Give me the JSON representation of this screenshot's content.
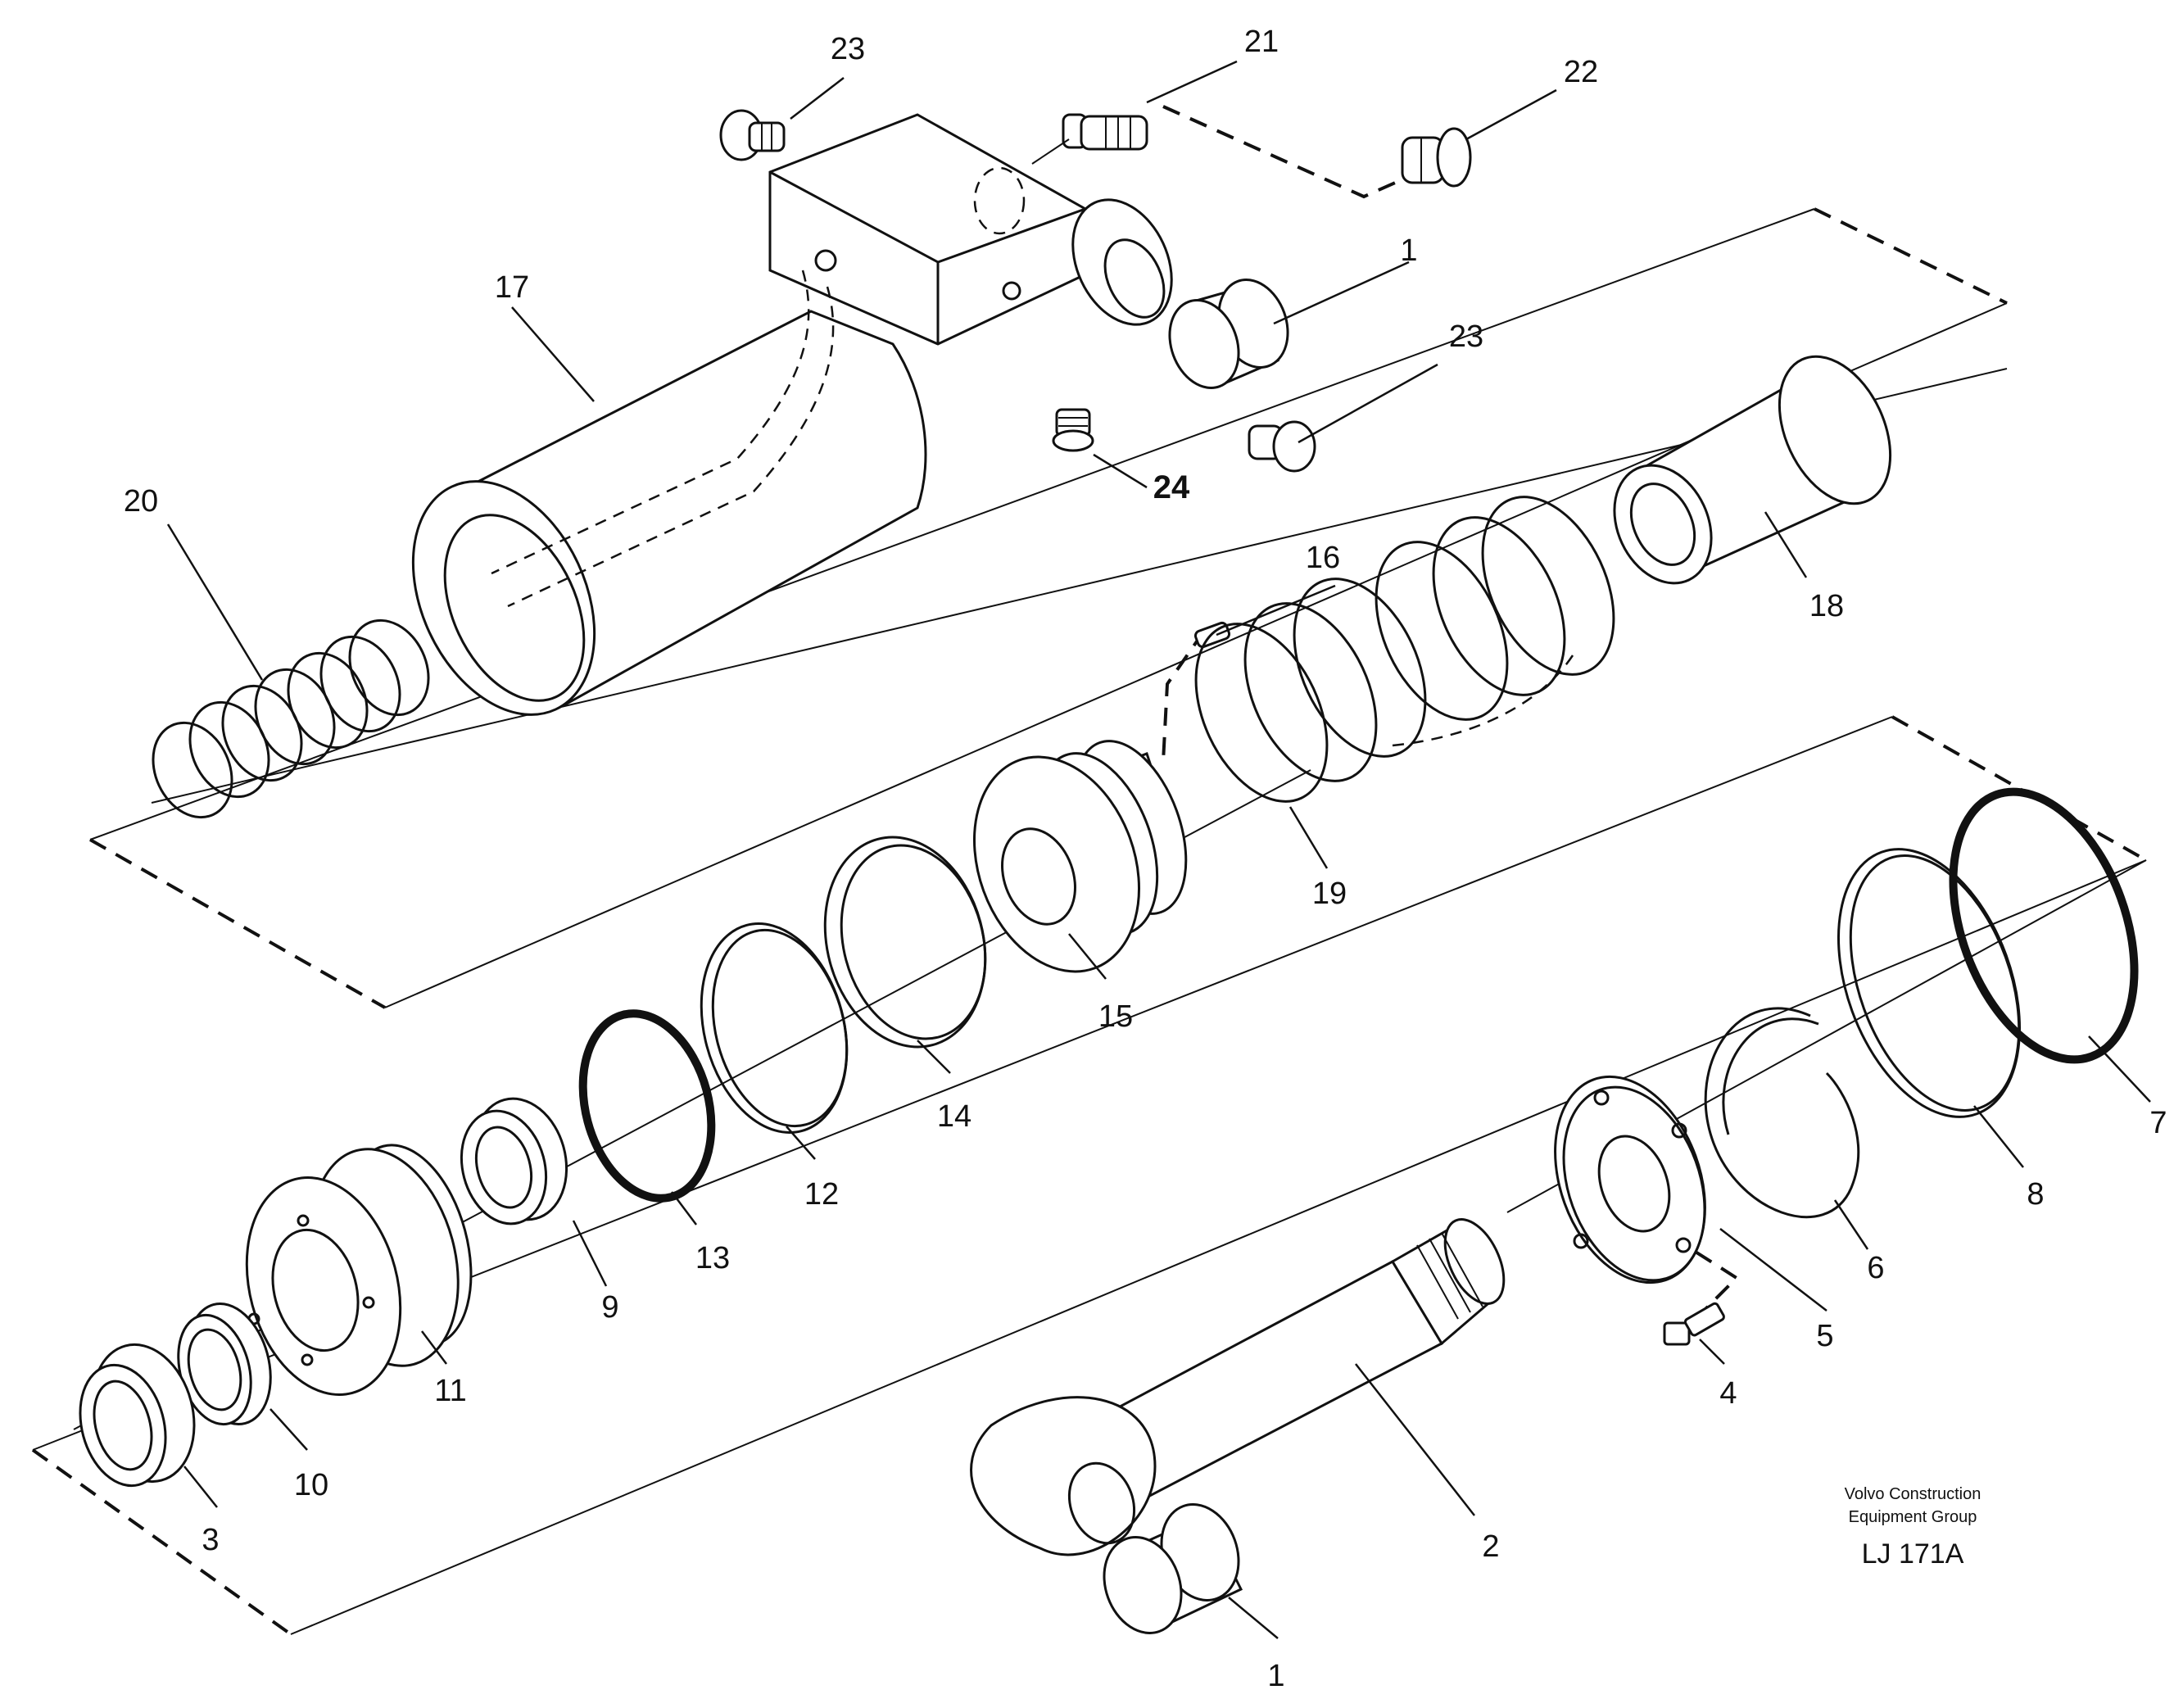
{
  "diagram": {
    "callouts": {
      "c1_top": "1",
      "c1_bottom": "1",
      "c2": "2",
      "c3": "3",
      "c4": "4",
      "c5": "5",
      "c6": "6",
      "c7": "7",
      "c8": "8",
      "c9": "9",
      "c10": "10",
      "c11": "11",
      "c12": "12",
      "c13": "13",
      "c14": "14",
      "c15": "15",
      "c16": "16",
      "c17": "17",
      "c18": "18",
      "c19": "19",
      "c20": "20",
      "c21": "21",
      "c22": "22",
      "c23_top": "23",
      "c23_right": "23",
      "c24": "24"
    },
    "credit_line1": "Volvo Construction",
    "credit_line2": "Equipment Group",
    "drawing_number": "LJ 171A"
  }
}
